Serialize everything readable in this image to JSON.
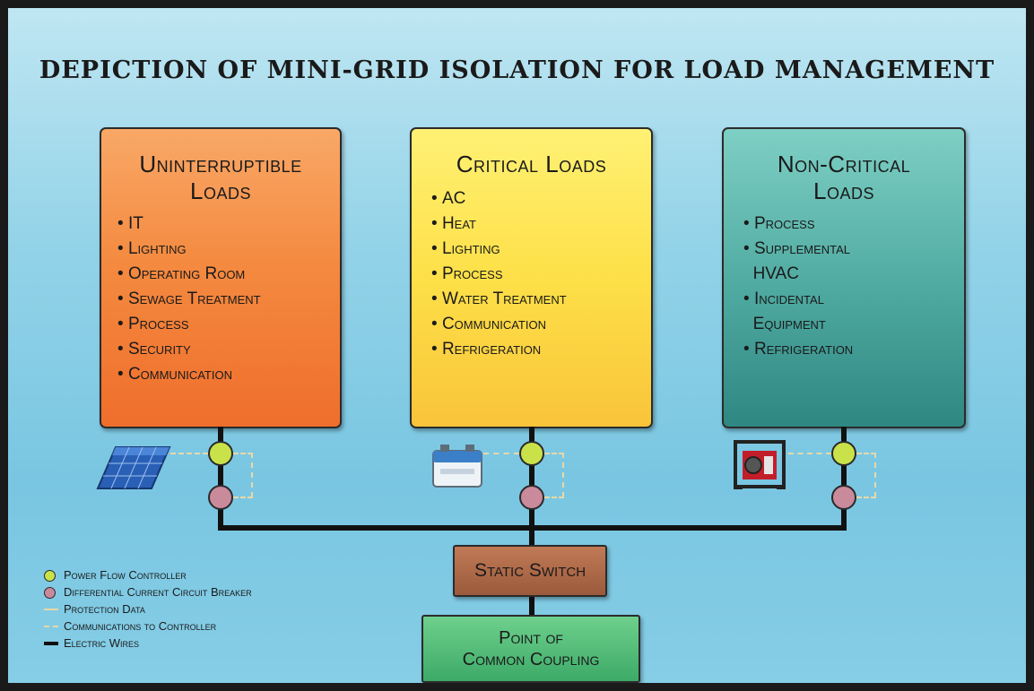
{
  "title": "DEPICTION OF MINI-GRID ISOLATION FOR LOAD MANAGEMENT",
  "boxes": {
    "uninterruptible": {
      "heading_line1": "Uninterruptible",
      "heading_line2": "Loads",
      "items": [
        "IT",
        "Lighting",
        "Operating Room",
        "Sewage Treatment",
        "Process",
        "Security",
        "Communication"
      ]
    },
    "critical": {
      "heading": "Critical Loads",
      "items": [
        "AC",
        "Heat",
        "Lighting",
        "Process",
        "Water Treatment",
        "Communication",
        "Refrigeration"
      ]
    },
    "non_critical": {
      "heading_line1": "Non-Critical",
      "heading_line2": "Loads",
      "items": [
        "Process",
        "Supplemental",
        "HVAC",
        "Incidental",
        "Equipment",
        "Refrigeration"
      ]
    }
  },
  "static_switch": "Static Switch",
  "pcc_line1": "Point of",
  "pcc_line2": "Common Coupling",
  "legend": {
    "pfc": "Power Flow Controller",
    "dccb": "Differential Current Circuit Breaker",
    "protection": "Protection Data",
    "comms": "Communications to Controller",
    "wires": "Electric Wires"
  },
  "colors": {
    "pfc": "#c9e24a",
    "dccb": "#c98a9c",
    "uninterruptible": "#f48a40",
    "critical": "#fde048",
    "non_critical": "#4ea9a0",
    "static_switch": "#b06c4a",
    "pcc": "#4fbf7a"
  },
  "icons": [
    "solar-panel-icon",
    "battery-icon",
    "generator-icon"
  ]
}
